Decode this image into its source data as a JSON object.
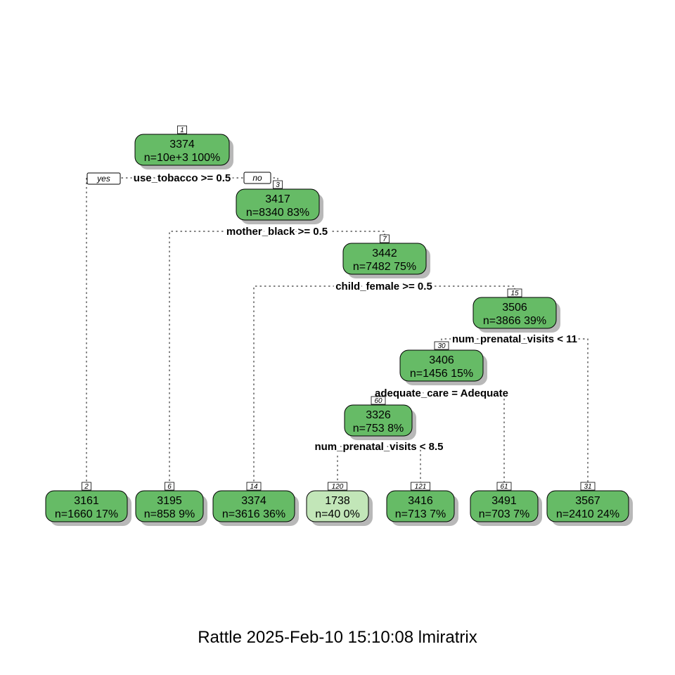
{
  "colors": {
    "node_fill": "#66bb66",
    "node_fill_light": "#c2e6b8",
    "shadow": "#b8b8b8",
    "edge": "#333333"
  },
  "tree": {
    "yes_label": "yes",
    "no_label": "no",
    "nodes": [
      {
        "id": "1",
        "value": "3374",
        "stats": "n=10e+3  100%",
        "split": "use_tobacco >= 0.5"
      },
      {
        "id": "3",
        "value": "3417",
        "stats": "n=8340  83%",
        "split": "mother_black >= 0.5"
      },
      {
        "id": "7",
        "value": "3442",
        "stats": "n=7482  75%",
        "split": "child_female >= 0.5"
      },
      {
        "id": "15",
        "value": "3506",
        "stats": "n=3866  39%",
        "split": "num_prenatal_visits < 11"
      },
      {
        "id": "30",
        "value": "3406",
        "stats": "n=1456  15%",
        "split": "adequate_care = Adequate"
      },
      {
        "id": "60",
        "value": "3326",
        "stats": "n=753  8%",
        "split": "num_prenatal_visits < 8.5"
      },
      {
        "id": "2",
        "value": "3161",
        "stats": "n=1660  17%"
      },
      {
        "id": "6",
        "value": "3195",
        "stats": "n=858  9%"
      },
      {
        "id": "14",
        "value": "3374",
        "stats": "n=3616  36%"
      },
      {
        "id": "120",
        "value": "1738",
        "stats": "n=40  0%",
        "light": true
      },
      {
        "id": "121",
        "value": "3416",
        "stats": "n=713  7%"
      },
      {
        "id": "61",
        "value": "3491",
        "stats": "n=703  7%"
      },
      {
        "id": "31",
        "value": "3567",
        "stats": "n=2410  24%"
      }
    ]
  },
  "footer": {
    "text": "Rattle 2025-Feb-10 15:10:08 lmiratrix"
  }
}
